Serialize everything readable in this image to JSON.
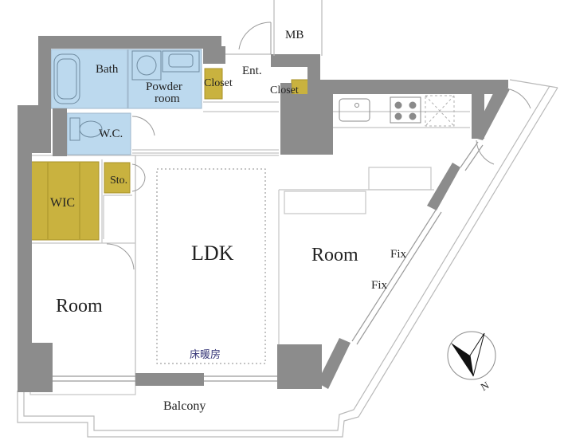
{
  "colors": {
    "wall": "#8c8c8c",
    "bath_area": "#bcd9ee",
    "storage": "#c9b23f",
    "outline": "#b9b9b9",
    "text": "#222222",
    "floor_heating_text": "#3a3a7a"
  },
  "labels": {
    "mb": "MB",
    "bath": "Bath",
    "powder_room_line1": "Powder",
    "powder_room_line2": "room",
    "closet_left": "Closet",
    "entrance": "Ent.",
    "closet_right": "Closet",
    "wc": "W.C.",
    "storage": "Sto.",
    "wic": "WIC",
    "ldk": "LDK",
    "room_right": "Room",
    "fix_upper": "Fix",
    "fix_lower": "Fix",
    "room_left": "Room",
    "floor_heating": "床暖房",
    "balcony": "Balcony",
    "compass_north": "N"
  },
  "icons": {
    "compass": "north-arrow-compass",
    "kitchen_sink": "kitchen-sink-icon",
    "stove": "gas-stove-icon",
    "bathtub": "bathtub-icon",
    "toilet": "toilet-icon",
    "washbasin": "washbasin-icon",
    "washing_machine": "washing-machine-icon"
  }
}
